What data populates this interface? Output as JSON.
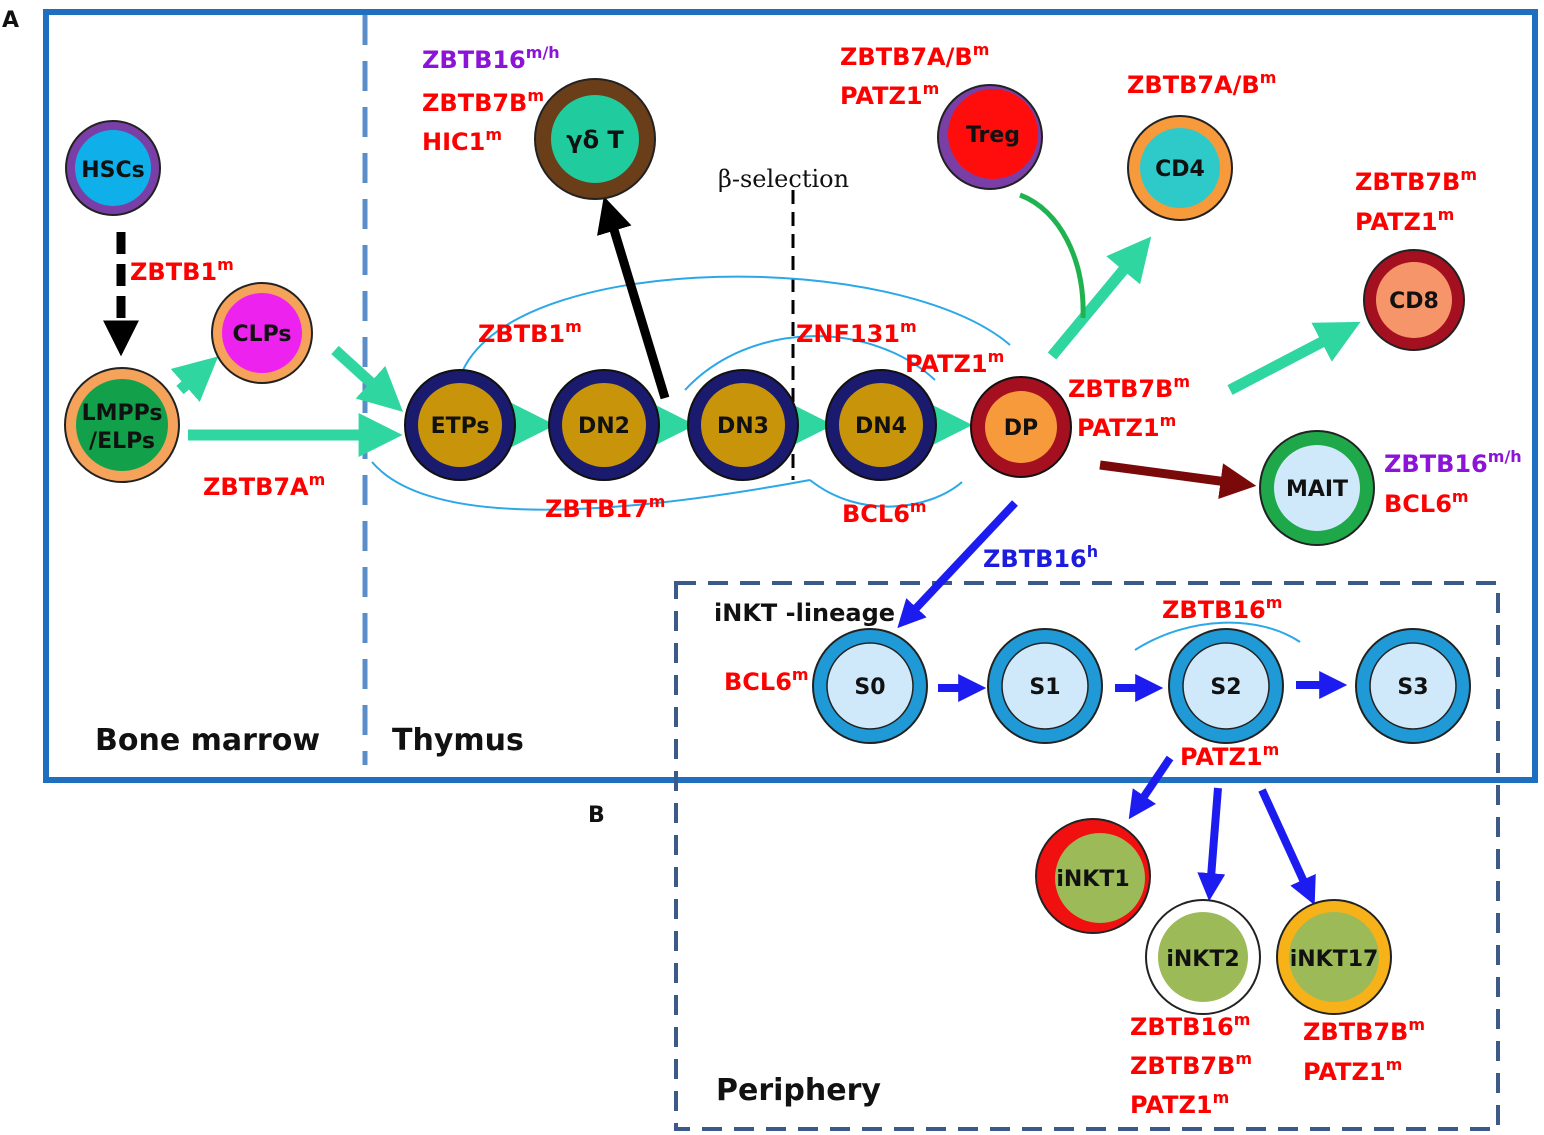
{
  "panels": {
    "a": "A",
    "b": "B"
  },
  "regions": {
    "bone_marrow": "Bone marrow",
    "thymus": "Thymus",
    "periphery": "Periphery",
    "inkt_lineage": "iNKT -lineage",
    "beta_selection": "β-selection"
  },
  "cells": {
    "hscs": "HSCs",
    "lmpps_1": "LMPPs",
    "lmpps_2": "/ELPs",
    "clps": "CLPs",
    "etps": "ETPs",
    "dn2": "DN2",
    "dn3": "DN3",
    "dn4": "DN4",
    "dp": "DP",
    "gdt": "γδ T",
    "treg": "Treg",
    "cd4": "CD4",
    "cd8": "CD8",
    "mait": "MAIT",
    "s0": "S0",
    "s1": "S1",
    "s2": "S2",
    "s3": "S3",
    "inkt1": "iNKT1",
    "inkt2": "iNKT2",
    "inkt17": "iNKT17"
  },
  "factors": {
    "zbtb1_bm": {
      "name": "ZBTB1",
      "sup": "m"
    },
    "zbtb7a_bm": {
      "name": "ZBTB7A",
      "sup": "m"
    },
    "zbtb16_gdt": {
      "name": "ZBTB16",
      "sup": "m/h"
    },
    "zbtb7b_gdt": {
      "name": "ZBTB7B",
      "sup": "m"
    },
    "hic1_gdt": {
      "name": "HIC1",
      "sup": "m"
    },
    "zbtb1_thy": {
      "name": "ZBTB1",
      "sup": "m"
    },
    "zbtb17": {
      "name": "ZBTB17",
      "sup": "m"
    },
    "znf131": {
      "name": "ZNF131",
      "sup": "m"
    },
    "patz1_dn": {
      "name": "PATZ1",
      "sup": "m"
    },
    "bcl6_dn": {
      "name": "BCL6",
      "sup": "m"
    },
    "zbtb7ab_treg": {
      "name": "ZBTB7A/B",
      "sup": "m"
    },
    "patz1_treg": {
      "name": "PATZ1",
      "sup": "m"
    },
    "zbtb7ab_cd4": {
      "name": "ZBTB7A/B",
      "sup": "m"
    },
    "zbtb7b_cd8": {
      "name": "ZBTB7B",
      "sup": "m"
    },
    "patz1_cd8": {
      "name": "PATZ1",
      "sup": "m"
    },
    "zbtb7b_dp": {
      "name": "ZBTB7B",
      "sup": "m"
    },
    "patz1_dp": {
      "name": "PATZ1",
      "sup": "m"
    },
    "zbtb16_mait": {
      "name": "ZBTB16",
      "sup": "m/h"
    },
    "bcl6_mait": {
      "name": "BCL6",
      "sup": "m"
    },
    "zbtb16_inkt": {
      "name": "ZBTB16",
      "sup": "h"
    },
    "bcl6_s0": {
      "name": "BCL6",
      "sup": "m"
    },
    "zbtb16_s2": {
      "name": "ZBTB16",
      "sup": "m"
    },
    "patz1_s2": {
      "name": "PATZ1",
      "sup": "m"
    },
    "zbtb16_inkt2": {
      "name": "ZBTB16",
      "sup": "m"
    },
    "zbtb7b_inkt2": {
      "name": "ZBTB7B",
      "sup": "m"
    },
    "patz1_inkt2": {
      "name": "PATZ1",
      "sup": "m"
    },
    "zbtb7b_inkt17": {
      "name": "ZBTB7B",
      "sup": "m"
    },
    "patz1_inkt17": {
      "name": "PATZ1",
      "sup": "m"
    }
  },
  "colors": {
    "mouse_factor": "#ff0000",
    "mouse_human_factor": "#8b14d6",
    "human_factor": "#1c1cde",
    "frame": "#1f6fc1",
    "lineage_arrow": "#2fd6a0"
  }
}
